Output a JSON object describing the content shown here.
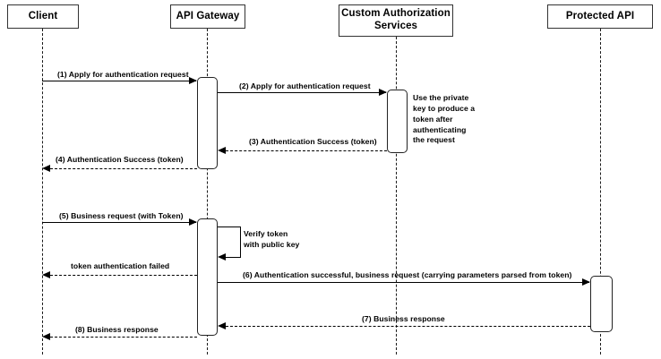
{
  "diagram": {
    "title": "API Gateway token authentication sequence diagram",
    "type": "sequence-diagram",
    "background_color": "#ffffff",
    "line_color": "#000000",
    "box_border_color": "#333333"
  },
  "participants": [
    {
      "id": "client",
      "label": "Client"
    },
    {
      "id": "gateway",
      "label": "API Gateway"
    },
    {
      "id": "authsvc",
      "label": "Custom Authorization\nServices",
      "line1": "Custom Authorization",
      "line2": "Services"
    },
    {
      "id": "protapi",
      "label": "Protected API"
    }
  ],
  "messages": [
    {
      "seq": "1",
      "label": "(1) Apply for authentication request",
      "from": "client",
      "to": "gateway",
      "style": "solid",
      "direction": "right"
    },
    {
      "seq": "2",
      "label": "(2) Apply for authentication request",
      "from": "gateway",
      "to": "authsvc",
      "style": "solid",
      "direction": "right"
    },
    {
      "seq": "3",
      "label": "(3) Authentication Success (token)",
      "from": "authsvc",
      "to": "gateway",
      "style": "dashed",
      "direction": "left"
    },
    {
      "seq": "4",
      "label": "(4) Authentication Success (token)",
      "from": "gateway",
      "to": "client",
      "style": "dashed",
      "direction": "left"
    },
    {
      "seq": "5",
      "label": "(5) Business request (with Token)",
      "from": "client",
      "to": "gateway",
      "style": "solid",
      "direction": "right"
    },
    {
      "seq": "",
      "label": "token authentication failed",
      "from": "gateway",
      "to": "client",
      "style": "dashed",
      "direction": "left"
    },
    {
      "seq": "6",
      "label": "(6) Authentication successful, business request (carrying parameters parsed from token)",
      "from": "gateway",
      "to": "protapi",
      "style": "solid",
      "direction": "right"
    },
    {
      "seq": "7",
      "label": "(7) Business response",
      "from": "protapi",
      "to": "gateway",
      "style": "dashed",
      "direction": "left"
    },
    {
      "seq": "8",
      "label": "(8) Business response",
      "from": "gateway",
      "to": "client",
      "style": "dashed",
      "direction": "left"
    }
  ],
  "notes": [
    {
      "id": "auth-note",
      "attached_to": "authsvc",
      "text": "Use the private key to produce a token after authenticating the request",
      "lines": [
        "Use the private",
        "key to produce a",
        "token after",
        "authenticating",
        "the request"
      ]
    }
  ],
  "self_messages": [
    {
      "id": "verify-token",
      "on": "gateway",
      "text": "Verify token with public key",
      "lines": [
        "Verify token",
        "with public key"
      ]
    }
  ]
}
